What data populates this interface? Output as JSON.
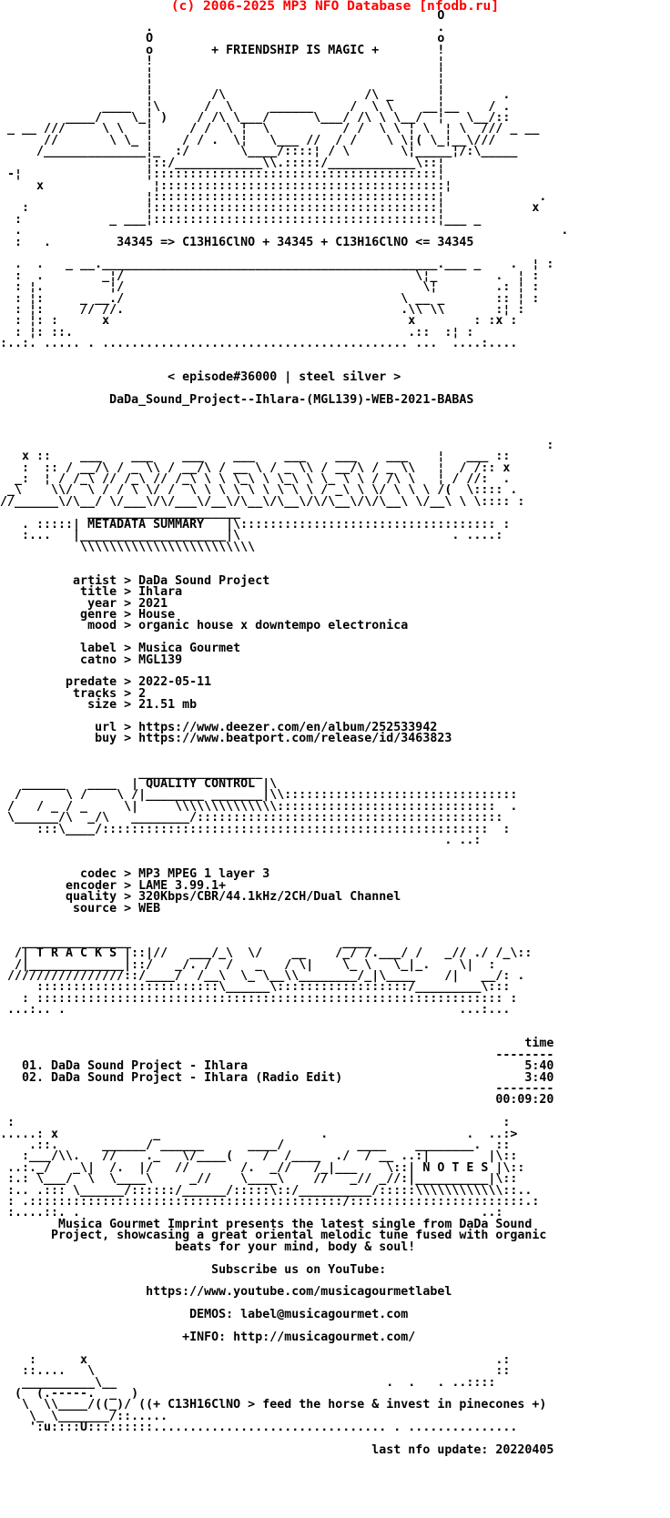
{
  "header": {
    "copyright": "(c) 2006-2025 MP3 NFO Database [nfodb.ru]",
    "color": "#ff0000"
  },
  "release": {
    "slogan": "+ FRIENDSHIP IS MAGIC +",
    "formula": "34345 => C13H16ClNO + 34345 + C13H16ClNO <= 34345",
    "episode": "< episode#36000 | steel silver >",
    "release_name": "DaDa_Sound_Project--Ihlara-(MGL139)-WEB-2021-BABAS",
    "sections": [
      "METADATA SUMMARY",
      "QUALITY CONTROL",
      "TRACKS",
      "NOTES"
    ],
    "metadata": {
      "artist": "DaDa Sound Project",
      "title": "Ihlara",
      "year": "2021",
      "genre": "House",
      "mood": "organic house x downtempo electronica",
      "label": "Musica Gourmet",
      "catno": "MGL139",
      "predate": "2022-05-11",
      "tracks": "2",
      "size": "21.51 mb",
      "url": "https://www.deezer.com/en/album/252533942",
      "buy": "https://www.beatport.com/release/id/3463823"
    },
    "quality": {
      "codec": "MP3 MPEG 1 layer 3",
      "encoder": "LAME 3.99.1+",
      "quality": "320Kbps/CBR/44.1kHz/2CH/Dual Channel",
      "source": "WEB"
    },
    "tracklist": {
      "time_header": "time",
      "rows": [
        {
          "no": "01.",
          "title": "DaDa Sound Project - Ihlara",
          "time": "5:40"
        },
        {
          "no": "02.",
          "title": "DaDa Sound Project - Ihlara (Radio Edit)",
          "time": "3:40"
        }
      ],
      "total_time": "00:09:20"
    },
    "notes": {
      "paragraph": "Musica Gourmet Imprint presents the latest single from DaDa Sound Project, showcasing a great oriental melodic tune fused with organic beats for your mind, body & soul!",
      "subscribe": "Subscribe us on YouTube:",
      "youtube": "https://www.youtube.com/musicagourmetlabel",
      "demos": "DEMOS: label@musicagourmet.com",
      "info": "+INFO: http://musicagourmet.com/"
    },
    "footer": {
      "horse_line": "((+ C13H16ClNO > feed the horse & invest in pinecones +)",
      "last_update": "last nfo update: 20220405"
    }
  },
  "nfo": {
    "lines": [
      "",
      "                                                            O",
      "                    .                                       .",
      "                    O                                       o",
      "                    o        + FRIENDSHIP IS MAGIC +        !",
      "                    !                                       ¦",
      "                    ¦                                       ¦",
      "                    ¦                                       ¦",
      "                    ¦        /\\                   /\\ _      ¦        .",
      "              ____  ¦\\      /  \\     ______     /  \\ \\    __¦__    / .",
      "         ____/    \\_¦ )    / /\\ \\___/      \\___/ /\\ \\ \\__/  ¦   \\__/::",
      " _ __ ///     \\ \\   ¦     / /  \\ ¦  \\          / /  \\ \\ ¦ \\  ¦ \\  /// _ __",
      "      //       \\ \\_ ¦    / / .  \\¦   \\___ //  / /    \\ \\¦( \\_¦__\\///",
      "     /______________¦_  :/       \\____/::::¦ / \\       \\¦_____¦/:\\_____",
      "                    ¦::/____________\\\\.:::::/____________\\::¦",
      " -¦                 ¦:::::::::::::::::::::::::::::::::::::::¦",
      "     x               ¦:::::::::::::::::::::::::::::::::::::::¦",
      "                    ¦:::::::::::::::::::::::::::::::::::::::¦             .",
      "   :                ¦:::::::::::::::::::::::::::::::::::::::¦            x",
      "  :            _ ___¦:::::::::::::::::::::::::::::::::::::::¦___ _",
      "  .                                                                          .",
      "  :   .         34345 => C13H16ClNO + 34345 + C13H16ClNO <= 34345",
      "",
      "  .  .   _ __.______________________________________________.___ _    .  ¦ :",
      "  :  .        _¦/                                        \\¦_        .  ¦ :",
      "  : ¦.         ¦/                                         \\¦        .: ¦ :",
      "  : ¦:     _ __./                                      \\ __ _       :: ¦ :",
      "  : ¦:     // //.                                      .\\\\ \\\\       :¦ :",
      "  : ¦: :      x                                         x        : :x :",
      "  : ¦: ::.                                              .::  :¦ :",
      ":..:. ..... . .......................................... ...  ....:....",
      "",
      "",
      "                       < episode#36000 | steel silver >",
      "",
      "               DaDa_Sound_Project--Ihlara-(MGL139)-WEB-2021-BABAS",
      "",
      "",
      "",
      "                                                                           :",
      "   x ::    ___    ___    ___    ___    ___    ___    ___    ¦   ___ ::",
      "   :  :: / __/\\ / _ \\\\ / __/\\ / __ \\ / _ \\\\ / __/\\ / _ \\\\   ¦  / /:: x",
      "  _:  ¦ / /_\\ // /_\\ // /_\\ \\ \\ \\_\\ \\ \\_\\ \\ \\_ \\ \\ / /\\ \\   ¦ / //:  .",
      " _\\    \\\\/  \\ / / \\ \\/ /  \\ \\ \\ \\ \\ \\ \\ \\ \\ / _\\ \\ \\/ \\ \\ \\ /(  \\:::: .",
      "//______\\/\\__/ \\/___\\/\\/___\\/__\\/\\__\\/\\__\\/\\/\\__\\/\\/\\__\\ \\/__\\ \\ \\:::: :",
      "            _____________________",
      "   . :::::| METADATA SUMMARY   |\\::::::::::::::::::::::::::::::::::: :",
      "   :...   |____________________|\\                             . ....:",
      "           \\\\\\\\\\\\\\\\\\\\\\\\\\\\\\\\\\\\\\\\\\\\\\\\",
      "",
      "",
      "          artist > DaDa Sound Project",
      "           title > Ihlara",
      "            year > 2021",
      "           genre > House",
      "            mood > organic house x downtempo electronica",
      "",
      "           label > Musica Gourmet",
      "           catno > MGL139",
      "",
      "         predate > 2022-05-11",
      "          tracks > 2",
      "            size > 21.51 mb",
      "",
      "             url > https://www.deezer.com/en/album/252533942",
      "             buy > https://www.beatport.com/release/id/3463823",
      "",
      "",
      "                   _________________",
      "   ______   ____  | QUALITY CONTROL |\\",
      "  /      \\ /    \\ /|________ _______|\\\\::::::::::::::::::::::::::::::::",
      " /   / _ / _     \\|     \\\\\\\\\\\\\\\\\\\\\\\\\\\\::::::::::::::::::::::::::::::  .",
      " \\______/\\  _/\\   ________/::::::::::::::::::::::::::::::::::::::::::",
      "     :::\\____/:::::::::::::::::::::::::::::::::::::::::::::::::::::  :",
      "                                                             . ..:",
      "",
      "",
      "           codec > MP3 MPEG 1 layer 3",
      "         encoder > LAME 3.99.1+",
      "         quality > 320Kbps/CBR/44.1kHz/2CH/Dual Channel",
      "          source > WEB",
      "",
      "",
      "   _______________                             ____",
      "  /| T R A C K S |::|//   ___/_\\  \\/    __    /_/ /.___/ /   _// ./ /_\\::",
      "  /|_____________|::/   _/. /  /   _   / \\|    \\_ \\   \\_|_.    \\|  :",
      " ////////////////::/____/  /__\\  \\_ \\__\\\\________/_|\\____    /|   __/: .",
      "     :::::::::::::::::::::::::\\______\\::::::::::::::::::/_________\\:::",
      "   : :::::::::::::::::::::::::::::::::::::::::::::::::::::::::::::::: :",
      " ...:.. .                                                      ...:...",
      "",
      "",
      "                                                                        time",
      "                                                                    --------",
      "   01. DaDa Sound Project - Ihlara                                      5:40",
      "   02. DaDa Sound Project - Ihlara (Radio Edit)                         3:40",
      "                                                                    --------",
      "                                                                    00:09:20",
      "",
      " :                                                                   :",
      ".....: x             _                      .                   .  ..:>",
      "    .::.      ______/ ______      ____/          ____    ________.  ::",
      "   :___/\\\\.   //    ._   \\/____(    /  /____  ./  / __ ..:|        |\\::",
      " ..:._/   _\\|  /.  |/   //       /.  _//   /_|___    \\::| N O T E S |\\::",
      " :.: \\___/  \\  \\____\\     _//    \\____\\    //   _// _//:|__________|\\::",
      " :.. .::: \\______/::::::/______/:::::\\::/__________/:::::\\\\\\\\\\\\\\\\\\\\\\\\::..",
      " : .:::::::::::::::::::::::::::::::::::::::::::/::::::::::::::::::::::::.:",
      " :....::. .                                                       ..:",
      "        Musica Gourmet Imprint presents the latest single from DaDa Sound",
      "       Project, showcasing a great oriental melodic tune fused with organic",
      "                        beats for your mind, body & soul!",
      "",
      "                             Subscribe us on YouTube:",
      "",
      "                    https://www.youtube.com/musicagourmetlabel",
      "",
      "                          DEMOS: label@musicagourmet.com",
      "",
      "                         +INFO: http://musicagourmet.com/",
      "",
      "    :      x                                                        .:",
      "   ::....   \\                                                       ::",
      "   __________\\__                                     .  .   . ..::::",
      "  (  (.-----.  _  )",
      "   \\  \\\\____/((_)/ ((+ C13H16ClNO > feed the horse & invest in pinecones +)",
      "    \\_ \\_______/::.....",
      "    ':u::::U:::::::::................................ . ...............",
      "",
      "                                                   last nfo update: 20220405",
      "",
      "",
      "",
      "",
      ""
    ]
  }
}
